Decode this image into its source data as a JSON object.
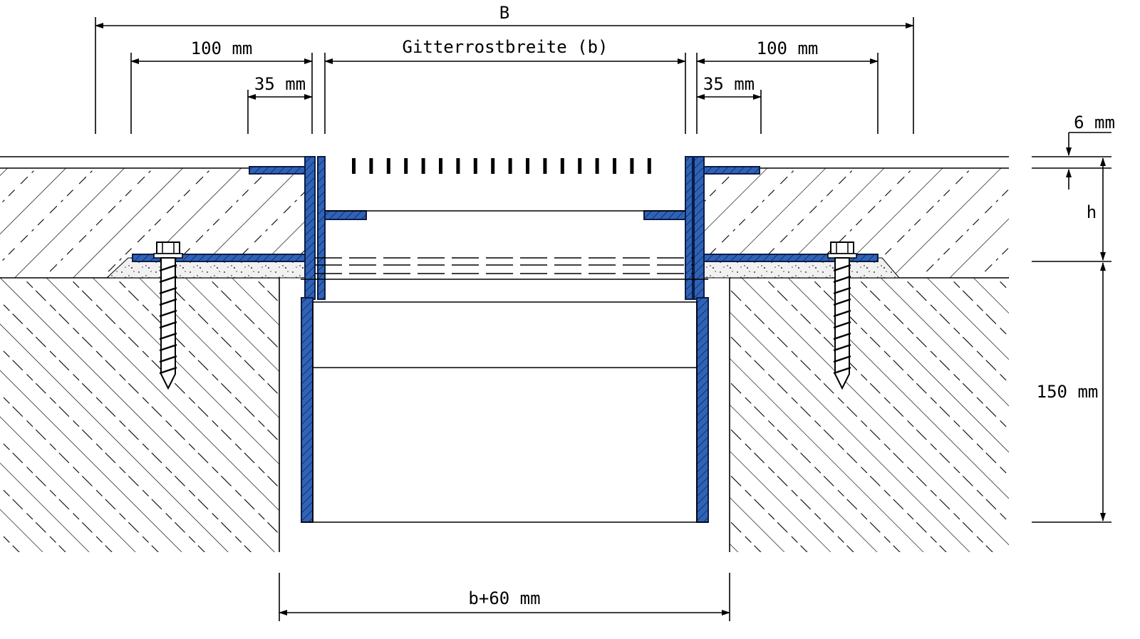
{
  "dimensions": {
    "total_width": "B",
    "edge_left": "100 mm",
    "edge_right": "100 mm",
    "grate_width": "Gitterrostbreite (b)",
    "flange_left": "35 mm",
    "flange_right": "35 mm",
    "grate_thickness": "6 mm",
    "height_h": "h",
    "channel_depth": "150 mm",
    "recess_width": "b+60 mm"
  },
  "colors": {
    "steel_profile": "#2f63b8",
    "lines": "#000000",
    "mortar_bed": "#f1f1f1"
  },
  "components": [
    "concrete-slab",
    "screed-layer",
    "mortar-bed",
    "drainage-channel",
    "grating",
    "anchor-screw-left",
    "anchor-screw-right"
  ]
}
